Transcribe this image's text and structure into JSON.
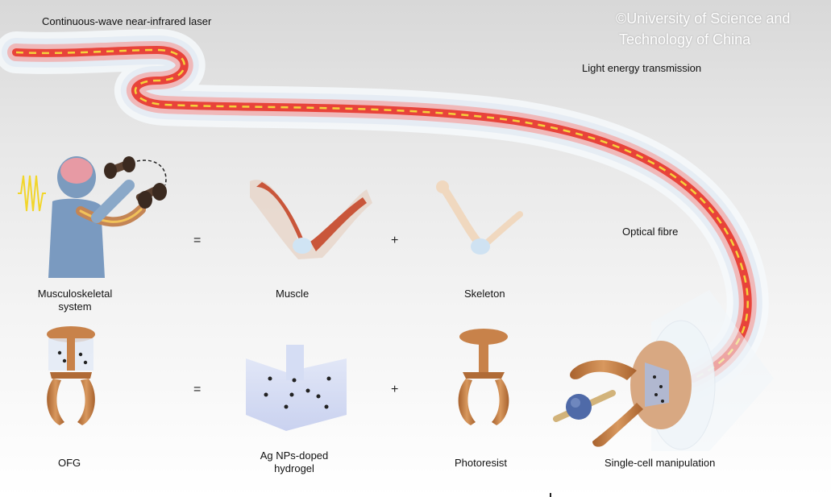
{
  "labels": {
    "laser": "Continuous-wave near-infrared laser",
    "light_energy": "Light energy transmission",
    "optical_fibre": "Optical fibre",
    "musculoskeletal_line1": "Musculoskeletal",
    "musculoskeletal_line2": "system",
    "muscle": "Muscle",
    "skeleton": "Skeleton",
    "ofg": "OFG",
    "hydrogel_line1": "Ag NPs-doped",
    "hydrogel_line2": "hydrogel",
    "photoresist": "Photoresist",
    "single_cell": "Single-cell manipulation"
  },
  "operators": {
    "equals": "=",
    "plus": "+"
  },
  "copyright": {
    "line1": "©University of Science and",
    "line2": "Technology of China"
  },
  "colors": {
    "laser_core": "#e8433a",
    "laser_dash": "#f4d23c",
    "fibre": "#eef3f8",
    "photoresist": "#c8824a",
    "hydrogel": "#c9d4f0"
  }
}
